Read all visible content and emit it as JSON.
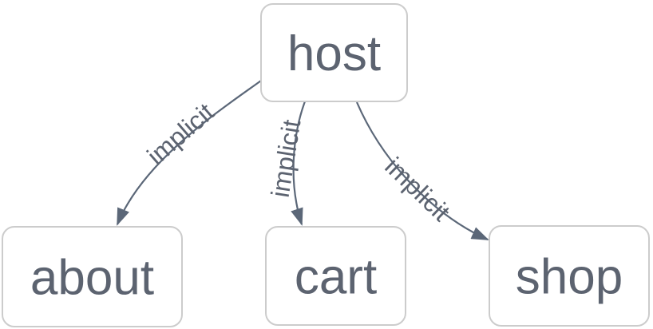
{
  "diagram": {
    "background": "#ffffff",
    "nodes": [
      {
        "id": "host",
        "label": "host"
      },
      {
        "id": "about",
        "label": "about"
      },
      {
        "id": "cart",
        "label": "cart"
      },
      {
        "id": "shop",
        "label": "shop"
      }
    ],
    "edges": [
      {
        "from": "host",
        "to": "about",
        "label": "implicit"
      },
      {
        "from": "host",
        "to": "cart",
        "label": "implicit"
      },
      {
        "from": "host",
        "to": "shop",
        "label": "implicit"
      }
    ],
    "colors": {
      "node_fill": "#ffffff",
      "node_border": "#cccccc",
      "node_text": "#5c6370",
      "edge_line": "#5b6778",
      "edge_label_text": "#5c6370"
    }
  }
}
